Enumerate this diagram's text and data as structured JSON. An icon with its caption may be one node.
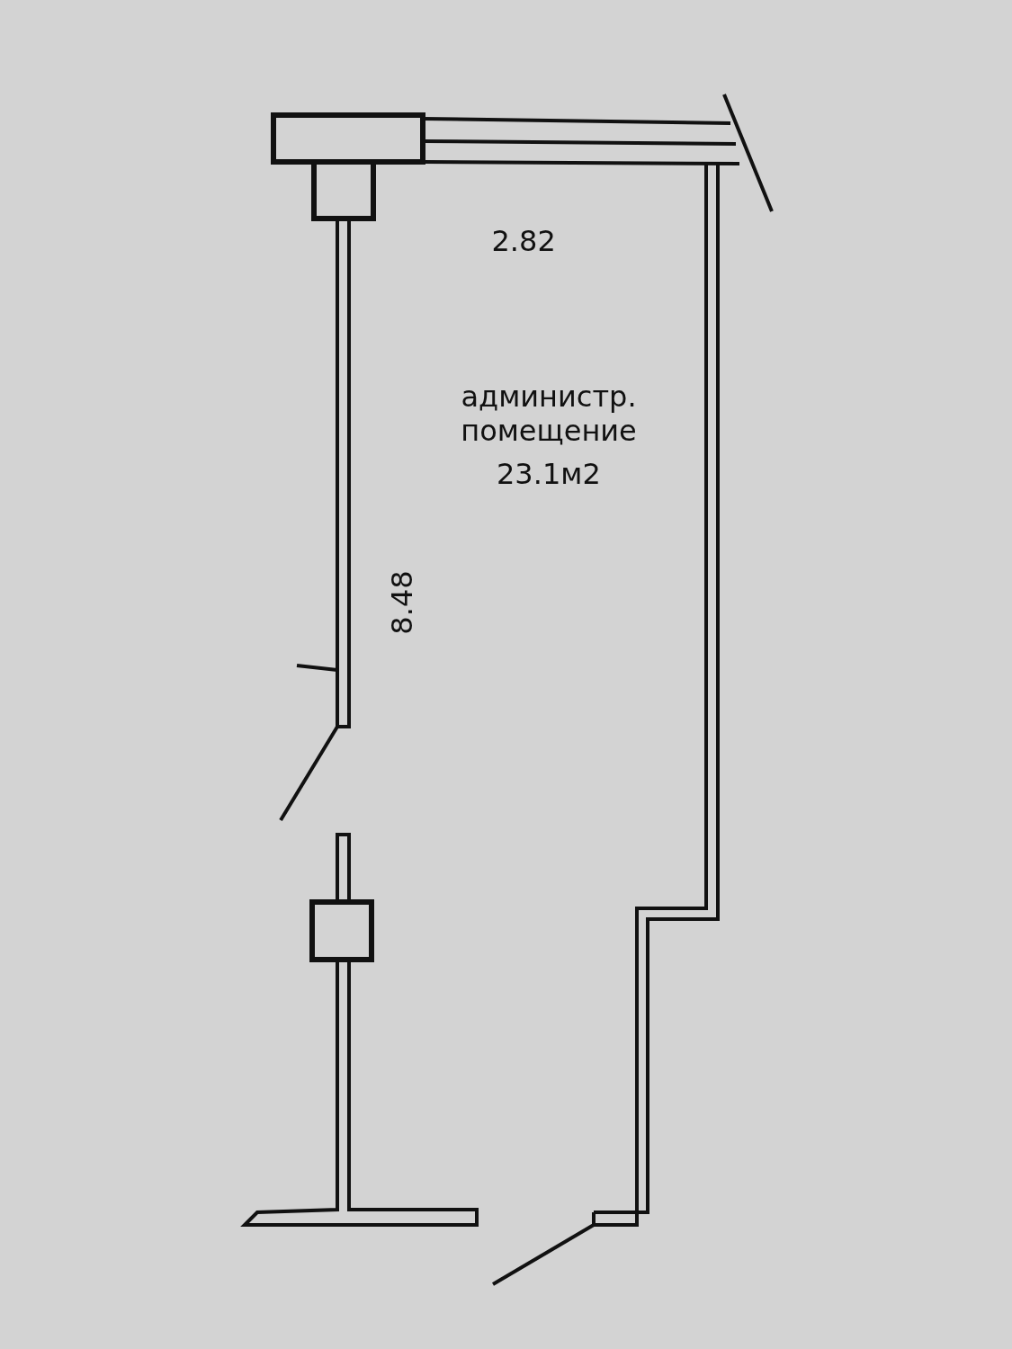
{
  "diagram": {
    "labels": [
      "2.82",
      "администр. помещение",
      "23.1м2",
      "8.48"
    ]
  }
}
